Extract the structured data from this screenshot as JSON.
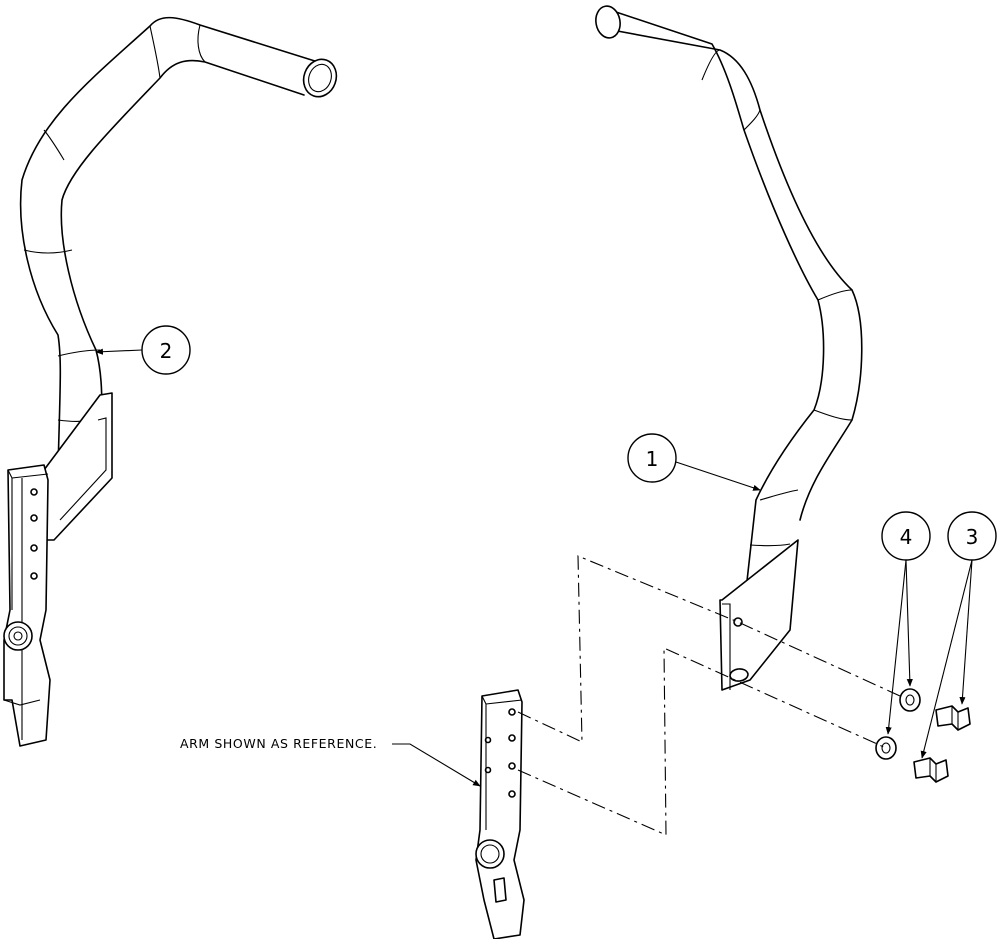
{
  "callouts": {
    "c1": "1",
    "c2": "2",
    "c3": "3",
    "c4": "4"
  },
  "reference_note": "ARM SHOWN AS REFERENCE."
}
